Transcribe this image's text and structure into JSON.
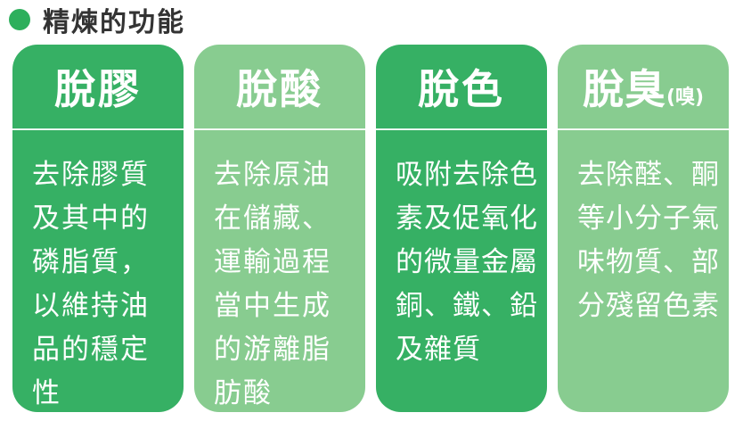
{
  "heading": {
    "title": "精煉的功能",
    "dot_color": "#2daf5c"
  },
  "colors": {
    "dark": "#36b064",
    "light": "#88cc90"
  },
  "cards": [
    {
      "title": "脫膠",
      "subtitle": "",
      "lines": [
        "去除膠質",
        "及其中的",
        "磷脂質，",
        "以維持油",
        "品的穩定",
        "性"
      ]
    },
    {
      "title": "脫酸",
      "subtitle": "",
      "lines": [
        "去除原油",
        "在儲藏、",
        "運輸過程",
        "當中生成",
        "的游離脂",
        "肪酸"
      ]
    },
    {
      "title": "脫色",
      "subtitle": "",
      "lines": [
        "吸附去除色",
        "素及促氧化",
        "的微量金屬",
        "銅、鐵、鉛",
        "及雜質"
      ]
    },
    {
      "title": "脫臭",
      "subtitle": "(嗅)",
      "lines": [
        "去除醛、酮",
        "等小分子氣",
        "味物質、部",
        "分殘留色素"
      ]
    }
  ]
}
